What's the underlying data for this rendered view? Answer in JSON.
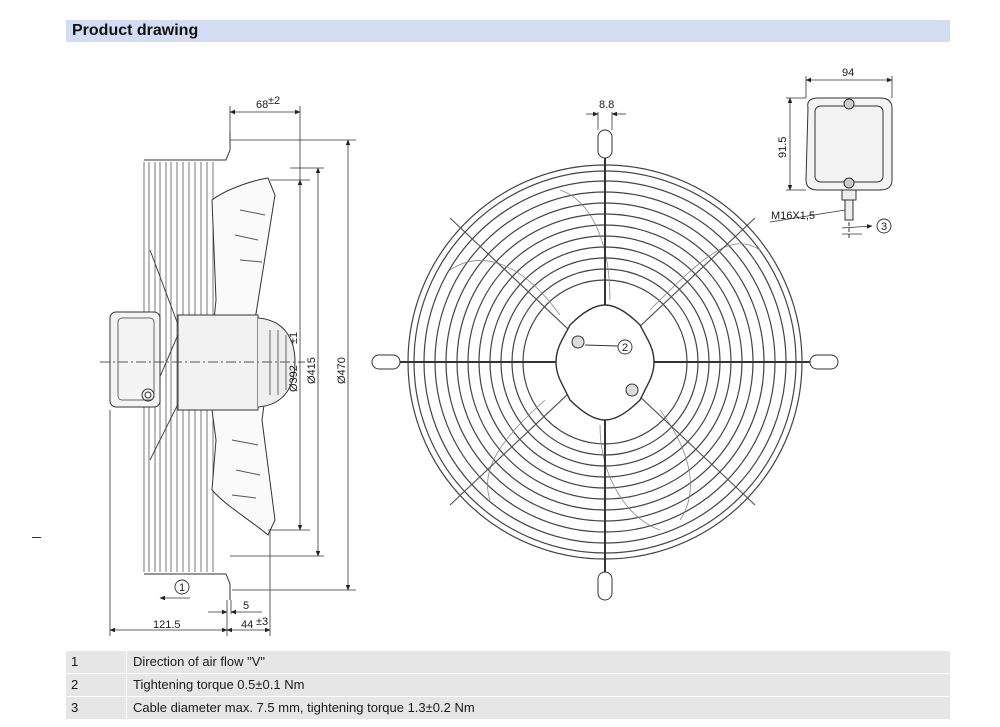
{
  "header": {
    "title": "Product drawing"
  },
  "dimensions": {
    "side_top": "68",
    "side_top_tol": "±2",
    "d_inner": "Ø392",
    "d_inner_tol": "±1",
    "d_mid": "Ø415",
    "d_outer": "Ø470",
    "bottom_small": "5",
    "bottom_left": "121.5",
    "bottom_right": "44",
    "bottom_right_tol": "±3",
    "front_top": "8.8",
    "box_width": "94",
    "box_height": "91.5",
    "thread": "M16X1,5"
  },
  "callouts": {
    "c1": "1",
    "c2": "2",
    "c3": "3"
  },
  "legend": [
    {
      "num": "1",
      "text": "Direction of air flow \"V\""
    },
    {
      "num": "2",
      "text": "Tightening torque 0.5±0.1 Nm"
    },
    {
      "num": "3",
      "text": "Cable diameter max. 7.5 mm, tightening torque 1.3±0.2 Nm"
    }
  ]
}
